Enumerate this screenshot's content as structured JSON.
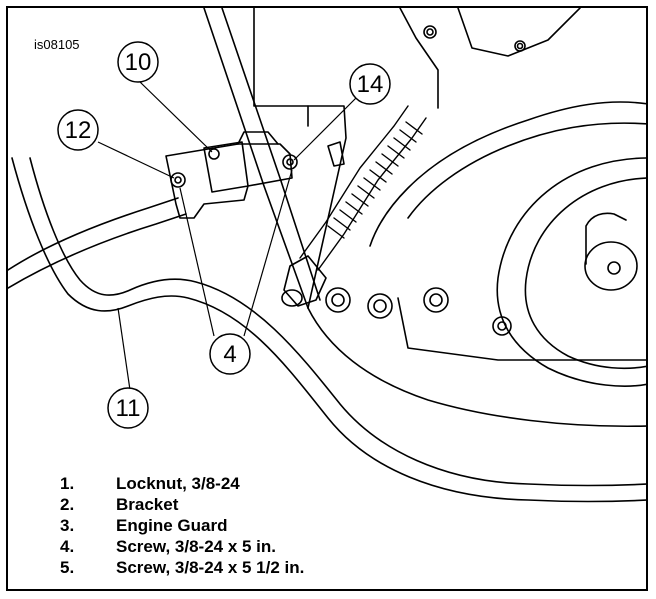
{
  "figure_id": "is08105",
  "callouts": [
    "10",
    "14",
    "12",
    "4",
    "11"
  ],
  "legend": [
    {
      "number": "1.",
      "text": "Locknut, 3/8-24"
    },
    {
      "number": "2.",
      "text": "Bracket"
    },
    {
      "number": "3.",
      "text": "Engine Guard"
    },
    {
      "number": "4.",
      "text": "Screw, 3/8-24 x 5 in."
    },
    {
      "number": "5.",
      "text": "Screw, 3/8-24 x 5 1/2 in."
    }
  ]
}
